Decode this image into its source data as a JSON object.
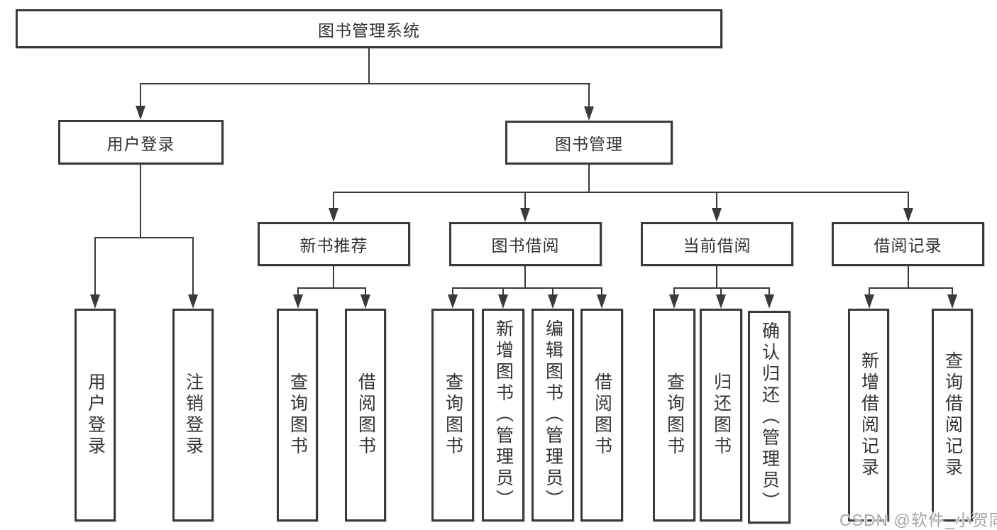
{
  "tree": {
    "root": {
      "label": "图书管理系统"
    },
    "children": [
      {
        "label": "用户登录",
        "children": [
          {
            "label": "用户登录"
          },
          {
            "label": "注销登录"
          }
        ]
      },
      {
        "label": "图书管理",
        "children": [
          {
            "label": "新书推荐",
            "children": [
              {
                "label": "查询图书"
              },
              {
                "label": "借阅图书"
              }
            ]
          },
          {
            "label": "图书借阅",
            "children": [
              {
                "label": "查询图书"
              },
              {
                "label": "新增图书（管理员）"
              },
              {
                "label": "编辑图书（管理员）"
              },
              {
                "label": "借阅图书"
              }
            ]
          },
          {
            "label": "当前借阅",
            "children": [
              {
                "label": "查询图书"
              },
              {
                "label": "归还图书"
              },
              {
                "label": "确认归还（管理员）"
              }
            ]
          },
          {
            "label": "借阅记录",
            "children": [
              {
                "label": "新增借阅记录"
              },
              {
                "label": "查询借阅记录"
              }
            ]
          }
        ]
      }
    ]
  },
  "watermark": {
    "text": "CSDN @软件_小贺同学"
  },
  "colors": {
    "line": "#3a3a3a",
    "box_border": "#3a3a3a",
    "text": "#333333",
    "watermark": "#a6a6a6",
    "background": "#ffffff"
  }
}
